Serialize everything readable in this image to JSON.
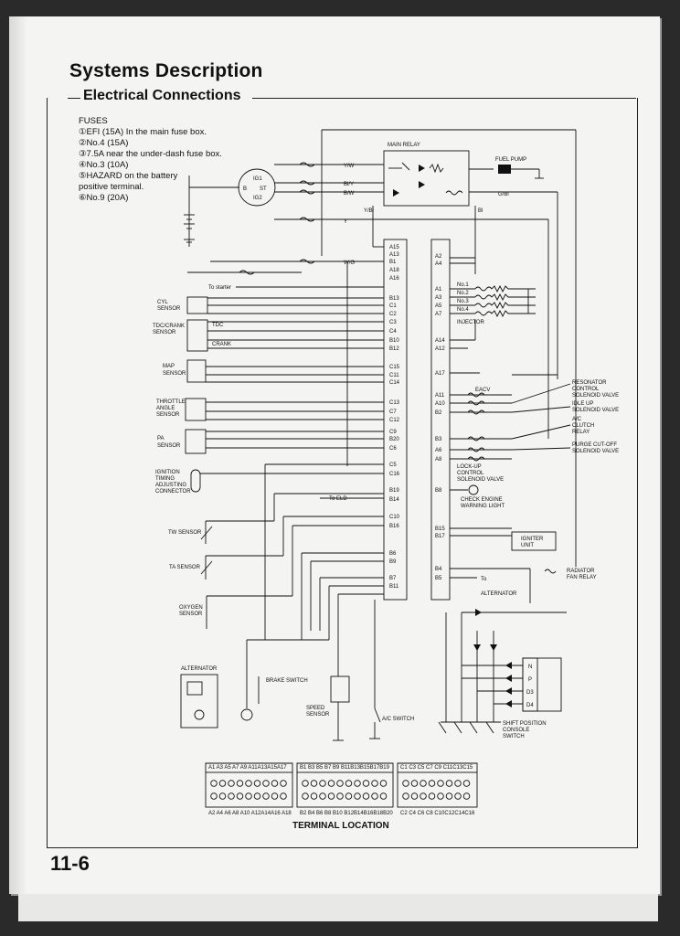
{
  "header": {
    "title": "Systems Description",
    "subtitle": "Electrical Connections"
  },
  "fuses": {
    "heading": "FUSES",
    "items": [
      "①EFI (15A) In the main fuse box.",
      "②No.4 (15A)",
      "③7.5A near the under-dash fuse box.",
      "④No.3 (10A)",
      "⑤HAZARD on the battery",
      "positive terminal.",
      "⑥No.9 (20A)"
    ]
  },
  "diagram": {
    "main_relay": "MAIN RELAY",
    "fuel_pump": "FUEL PUMP",
    "ignition_switch": {
      "ig1": "IG1",
      "b": "B",
      "st": "ST",
      "ig2": "IG2"
    },
    "wire_colors": {
      "yw": "Y/W",
      "bly": "Bl/Y",
      "bw": "B/W",
      "y": "Y",
      "wg": "W/G",
      "ybl": "Y/Bl",
      "gbl": "G/Bl",
      "bl": "Bl"
    },
    "to_starter": "To starter",
    "to_eld": "To ELD",
    "to": "To",
    "left_components": {
      "cyl_sensor": [
        "CYL",
        "SENSOR"
      ],
      "tdc_crank_sensor": [
        "TDC/CRANK",
        "SENSOR"
      ],
      "tdc": "TDC",
      "crank": "CRANK",
      "map_sensor": [
        "MAP",
        "SENSOR"
      ],
      "throttle_sensor": [
        "THROTTLE",
        "ANGLE",
        "SENSOR"
      ],
      "pa_sensor": [
        "PA",
        "SENSOR"
      ],
      "ignition_timing": [
        "IGNITION",
        "TIMING",
        "ADJUSTING",
        "CONNECTOR"
      ],
      "tw_sensor": "TW SENSOR",
      "ta_sensor": "TA SENSOR",
      "oxygen_sensor": [
        "OXYGEN",
        "SENSOR"
      ]
    },
    "ecu_left_pins": [
      "A15",
      "A13",
      "B1",
      "A18",
      "A16",
      "B13",
      "C1",
      "C2",
      "C3",
      "C4",
      "B10",
      "B12",
      "C15",
      "C11",
      "C14",
      "C13",
      "C7",
      "C12",
      "C9",
      "B20",
      "C6",
      "C5",
      "C16",
      "B19",
      "B14",
      "C10",
      "B16",
      "B6",
      "B9",
      "B7",
      "B11"
    ],
    "ecu_right_pins": [
      "A2",
      "A4",
      "A1",
      "A3",
      "A5",
      "A7",
      "A14",
      "A12",
      "A17",
      "A11",
      "A10",
      "B2",
      "B3",
      "A6",
      "A8",
      "B8",
      "B15",
      "B17",
      "B4",
      "B5"
    ],
    "injectors": {
      "items": [
        "No.1",
        "No.2",
        "No.3",
        "No.4"
      ],
      "label": "INJECTOR"
    },
    "right_components": {
      "eacv": "EACV",
      "resonator": [
        "RESONATOR",
        "CONTROL",
        "SOLENOID VALVE"
      ],
      "idle_up": [
        "IDLE UP",
        "SOLENOID VALVE"
      ],
      "ac_clutch": [
        "A/C",
        "CLUTCH",
        "RELAY"
      ],
      "purge": [
        "PURGE CUT-OFF",
        "SOLENOID VALVE"
      ],
      "lockup": [
        "LOCK-UP",
        "CONTROL",
        "SOLENOID VALVE"
      ],
      "check_engine": [
        "CHECK ENGINE",
        "WARNING LIGHT"
      ],
      "igniter": [
        "IGNITER",
        "UNIT"
      ],
      "radiator": [
        "RADIATOR",
        "FAN RELAY"
      ],
      "alternator_r": "ALTERNATOR"
    },
    "bottom_components": {
      "alternator": "ALTERNATOR",
      "brake_switch": "BRAKE SWITCH",
      "speed_sensor": [
        "SPEED",
        "SENSOR"
      ],
      "ac_switch": "A/C SWITCH",
      "shift_switch": [
        "SHIFT POSITION",
        "CONSOLE",
        "SWITCH"
      ],
      "shift_positions": [
        "N",
        "P",
        "D3",
        "D4"
      ]
    }
  },
  "terminal": {
    "top_row_a": "A1 A3 A5 A7 A9 A11A13A15A17",
    "top_row_b": "B1 B3 B5 B7 B9 B11B13B15B17B19",
    "top_row_c": "C1 C3 C5 C7 C9 C11C13C15",
    "bottom_row_a": "A2 A4 A6 A8 A10 A12A14A16 A18",
    "bottom_row_b": "B2 B4 B6 B8 B10 B12B14B16B18B20",
    "bottom_row_c": "C2 C4 C6 C8 C10C12C14C16",
    "title": "TERMINAL LOCATION"
  },
  "footer": {
    "page_number": "11-6"
  }
}
